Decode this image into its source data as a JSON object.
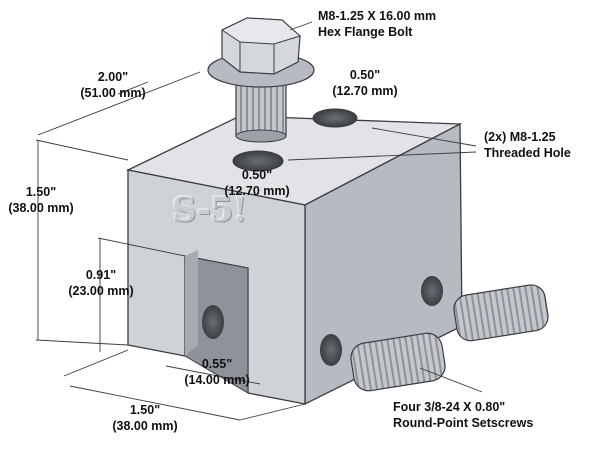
{
  "bolt": {
    "line1": "M8-1.25 X 16.00 mm",
    "line2": "Hex Flange Bolt"
  },
  "hole": {
    "line1": "(2x) M8-1.25",
    "line2": "Threaded Hole"
  },
  "setscrews": {
    "line1": "Four 3/8-24 X 0.80\"",
    "line2": "Round-Point Setscrews"
  },
  "dims": {
    "depth_top": {
      "in": "2.00\"",
      "mm": "(51.00 mm)"
    },
    "hole_spacing_back": {
      "in": "0.50\"",
      "mm": "(12.70 mm)"
    },
    "hole_spacing_front": {
      "in": "0.50\"",
      "mm": "(12.70 mm)"
    },
    "height": {
      "in": "1.50\"",
      "mm": "(38.00 mm)"
    },
    "slot_height": {
      "in": "0.91\"",
      "mm": "(23.00 mm)"
    },
    "slot_width": {
      "in": "0.55\"",
      "mm": "(14.00 mm)"
    },
    "width": {
      "in": "1.50\"",
      "mm": "(38.00 mm)"
    }
  },
  "logo_text": "S-5!",
  "colors": {
    "metal": "#c9cdd2",
    "metal_dark": "#9da2a9",
    "metal_light": "#e1e3e6",
    "line": "#3a3d42"
  }
}
